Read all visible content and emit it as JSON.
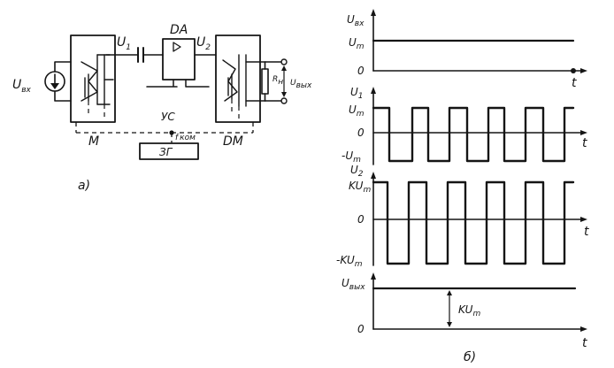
{
  "circuit": {
    "input_label": "U",
    "input_sub": "вх",
    "modulator_label": "M",
    "u1_label": "U",
    "u1_sub": "1",
    "amplifier_label": "DA",
    "u2_label": "U",
    "u2_sub": "2",
    "demodulator_label": "DM",
    "load_label": "R",
    "load_sub": "н",
    "output_label": "U",
    "output_sub": "вых",
    "control_label": "УС",
    "switch_freq_label": "f",
    "switch_freq_sub": "ком",
    "generator_label": "ЗГ",
    "caption": "а)"
  },
  "graphs": {
    "caption": "б)",
    "plot1": {
      "y_label": "U",
      "y_sub": "вх",
      "level_label": "U",
      "level_sub": "m",
      "zero_label": "0",
      "t_label": "t"
    },
    "plot2": {
      "y_label": "U",
      "y_sub": "1",
      "top_label": "U",
      "top_sub": "m",
      "zero_label": "0",
      "bottom_label": "-U",
      "bottom_sub": "m",
      "t_label": "t"
    },
    "plot3": {
      "y_label": "U",
      "y_sub": "2",
      "top_label": "KU",
      "top_sub": "m",
      "zero_label": "0",
      "bottom_label": "-KU",
      "bottom_sub": "m",
      "t_label": "t"
    },
    "plot4": {
      "y_label": "U",
      "y_sub": "вых",
      "amp_label": "KU",
      "amp_sub": "m",
      "zero_label": "0",
      "t_label": "t"
    }
  }
}
